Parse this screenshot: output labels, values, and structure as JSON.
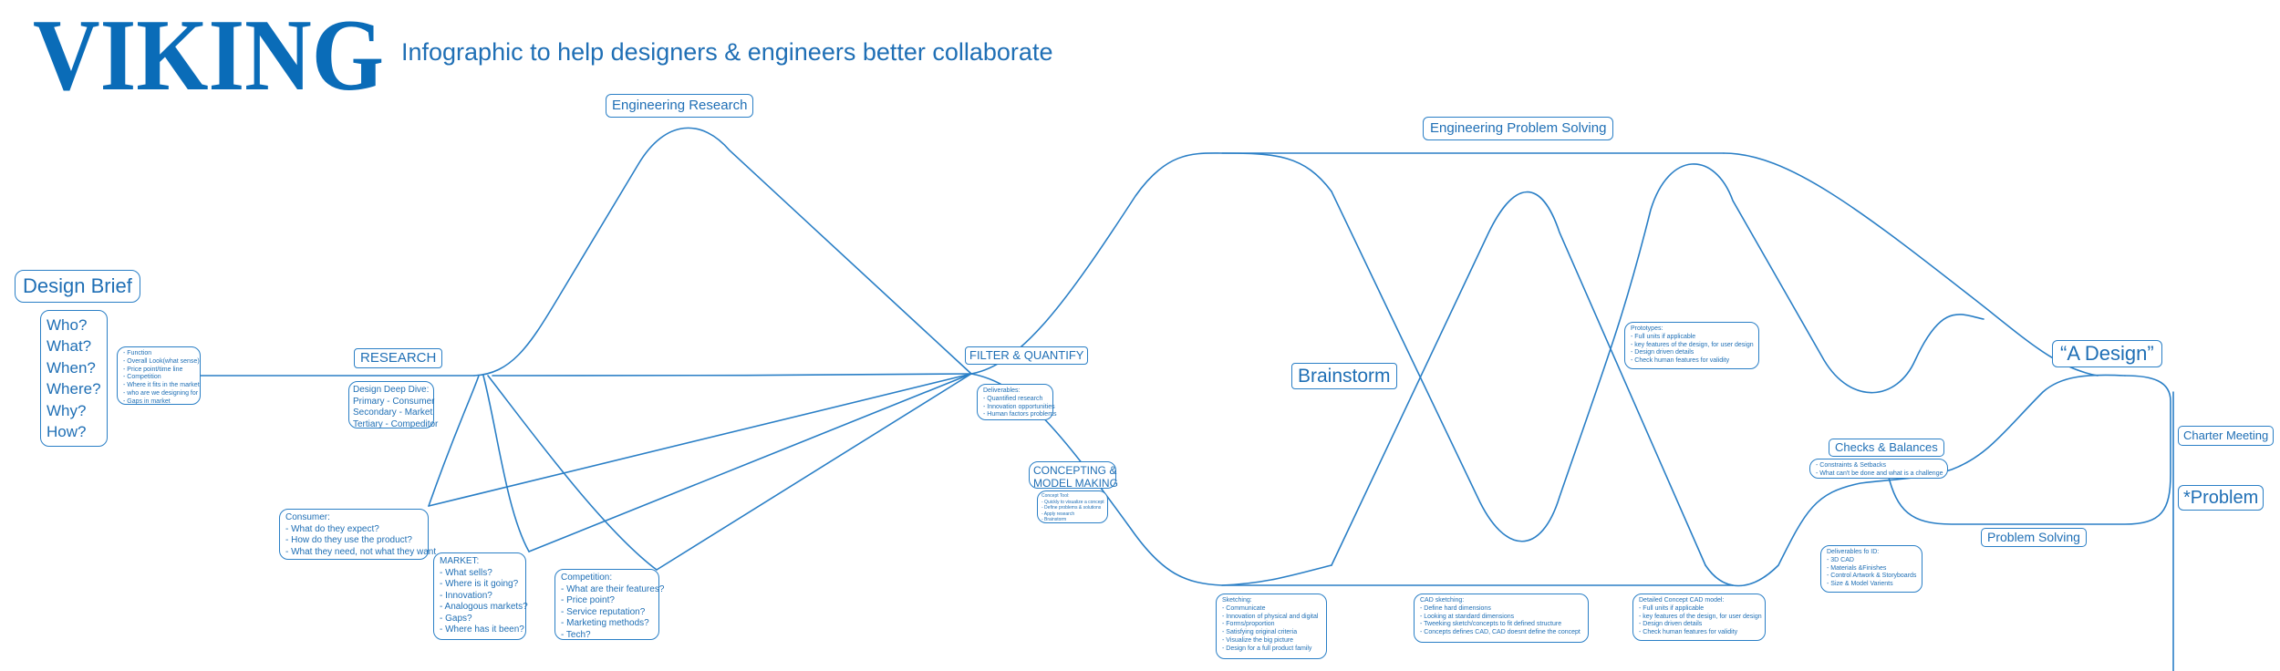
{
  "logo": {
    "text": "VIKING",
    "color": "#0a6cb8"
  },
  "subtitle": "Infographic to help designers & engineers better collaborate",
  "colors": {
    "accent": "#1f6fb5",
    "line": "#2a7fc6"
  },
  "nodes": {
    "design_brief": "Design Brief",
    "questions": [
      "Who?",
      "What?",
      "When?",
      "Where?",
      "Why?",
      "How?"
    ],
    "brief_details": [
      "- Function",
      "- Overall Look(what sense)",
      "- Price point/time line",
      "- Competition",
      "- Where it fits in the market",
      "- who are we designing for",
      "- Gaps in market"
    ],
    "research": "RESEARCH",
    "design_deep_dive": [
      "Design Deep Dive:",
      "Primary - Consumer",
      "Secondary - Market",
      "Tertiary - Compeditor"
    ],
    "engineering_research": "Engineering Research",
    "consumer": [
      "Consumer:",
      "- What do they expect?",
      "- How do they use the product?",
      "- What they need, not what they want"
    ],
    "market": [
      "MARKET:",
      "- What sells?",
      "- Where is it going?",
      "- Innovation?",
      "- Analogous markets?",
      "- Gaps?",
      "- Where has it been?"
    ],
    "competition": [
      "Competition:",
      "- What are their features?",
      "- Price point?",
      "- Service reputation?",
      "- Marketing methods?",
      "- Tech?"
    ],
    "filter_quantify": "FILTER & QUANTIFY",
    "deliverables_filter": [
      "Deliverables:",
      "- Quantified research",
      "- Innovation opportunities",
      "- Human factors problems"
    ],
    "concepting": [
      "CONCEPTING &",
      "MODEL MAKING"
    ],
    "concepting_details": [
      "Concept Tool:",
      "- Quickly to visualize a concept",
      "- Define problems & solutions",
      "- Apply research",
      "- Brainstorm"
    ],
    "engineering_problem_solving": "Engineering Problem Solving",
    "brainstorm": "Brainstorm",
    "sketching": [
      "Sketching:",
      "- Communicate",
      "- Innovation of physical and digital",
      "- Forms/proportion",
      "- Satisfying original criteria",
      "- Visualize the big picture",
      "- Design for a full product family"
    ],
    "cad_sketching": [
      "CAD sketching:",
      "- Define hard dimensions",
      "- Looking at standard dimensions",
      "- Tweeking sketch/concepts to fit defined structure",
      "- Concepts defines CAD, CAD doesnt define the concept"
    ],
    "prototypes": [
      "Prototypes:",
      "- Full units if applicable",
      "- key features of the design, for user design",
      "- Design driven details",
      "- Check human features for validity"
    ],
    "detailed_cad": [
      "Detailed Concept CAD model:",
      "- Full units if applicable",
      "- key features of the design, for user design",
      "- Design driven details",
      "- Check human features for validity"
    ],
    "checks_balances": "Checks & Balances",
    "checks_details": [
      "- Constraints & Setbacks",
      "- What can't be done and what is a challenge"
    ],
    "deliverables_id": [
      "Deliverables fo ID:",
      "- 3D CAD",
      "- Materials &Finishes",
      "- Control Artwork & Storyboards",
      "- Size & Model Varients"
    ],
    "a_design": "“A Design”",
    "problem_solving": "Problem Solving",
    "charter_meeting": "Charter Meeting",
    "problem": "*Problem"
  }
}
